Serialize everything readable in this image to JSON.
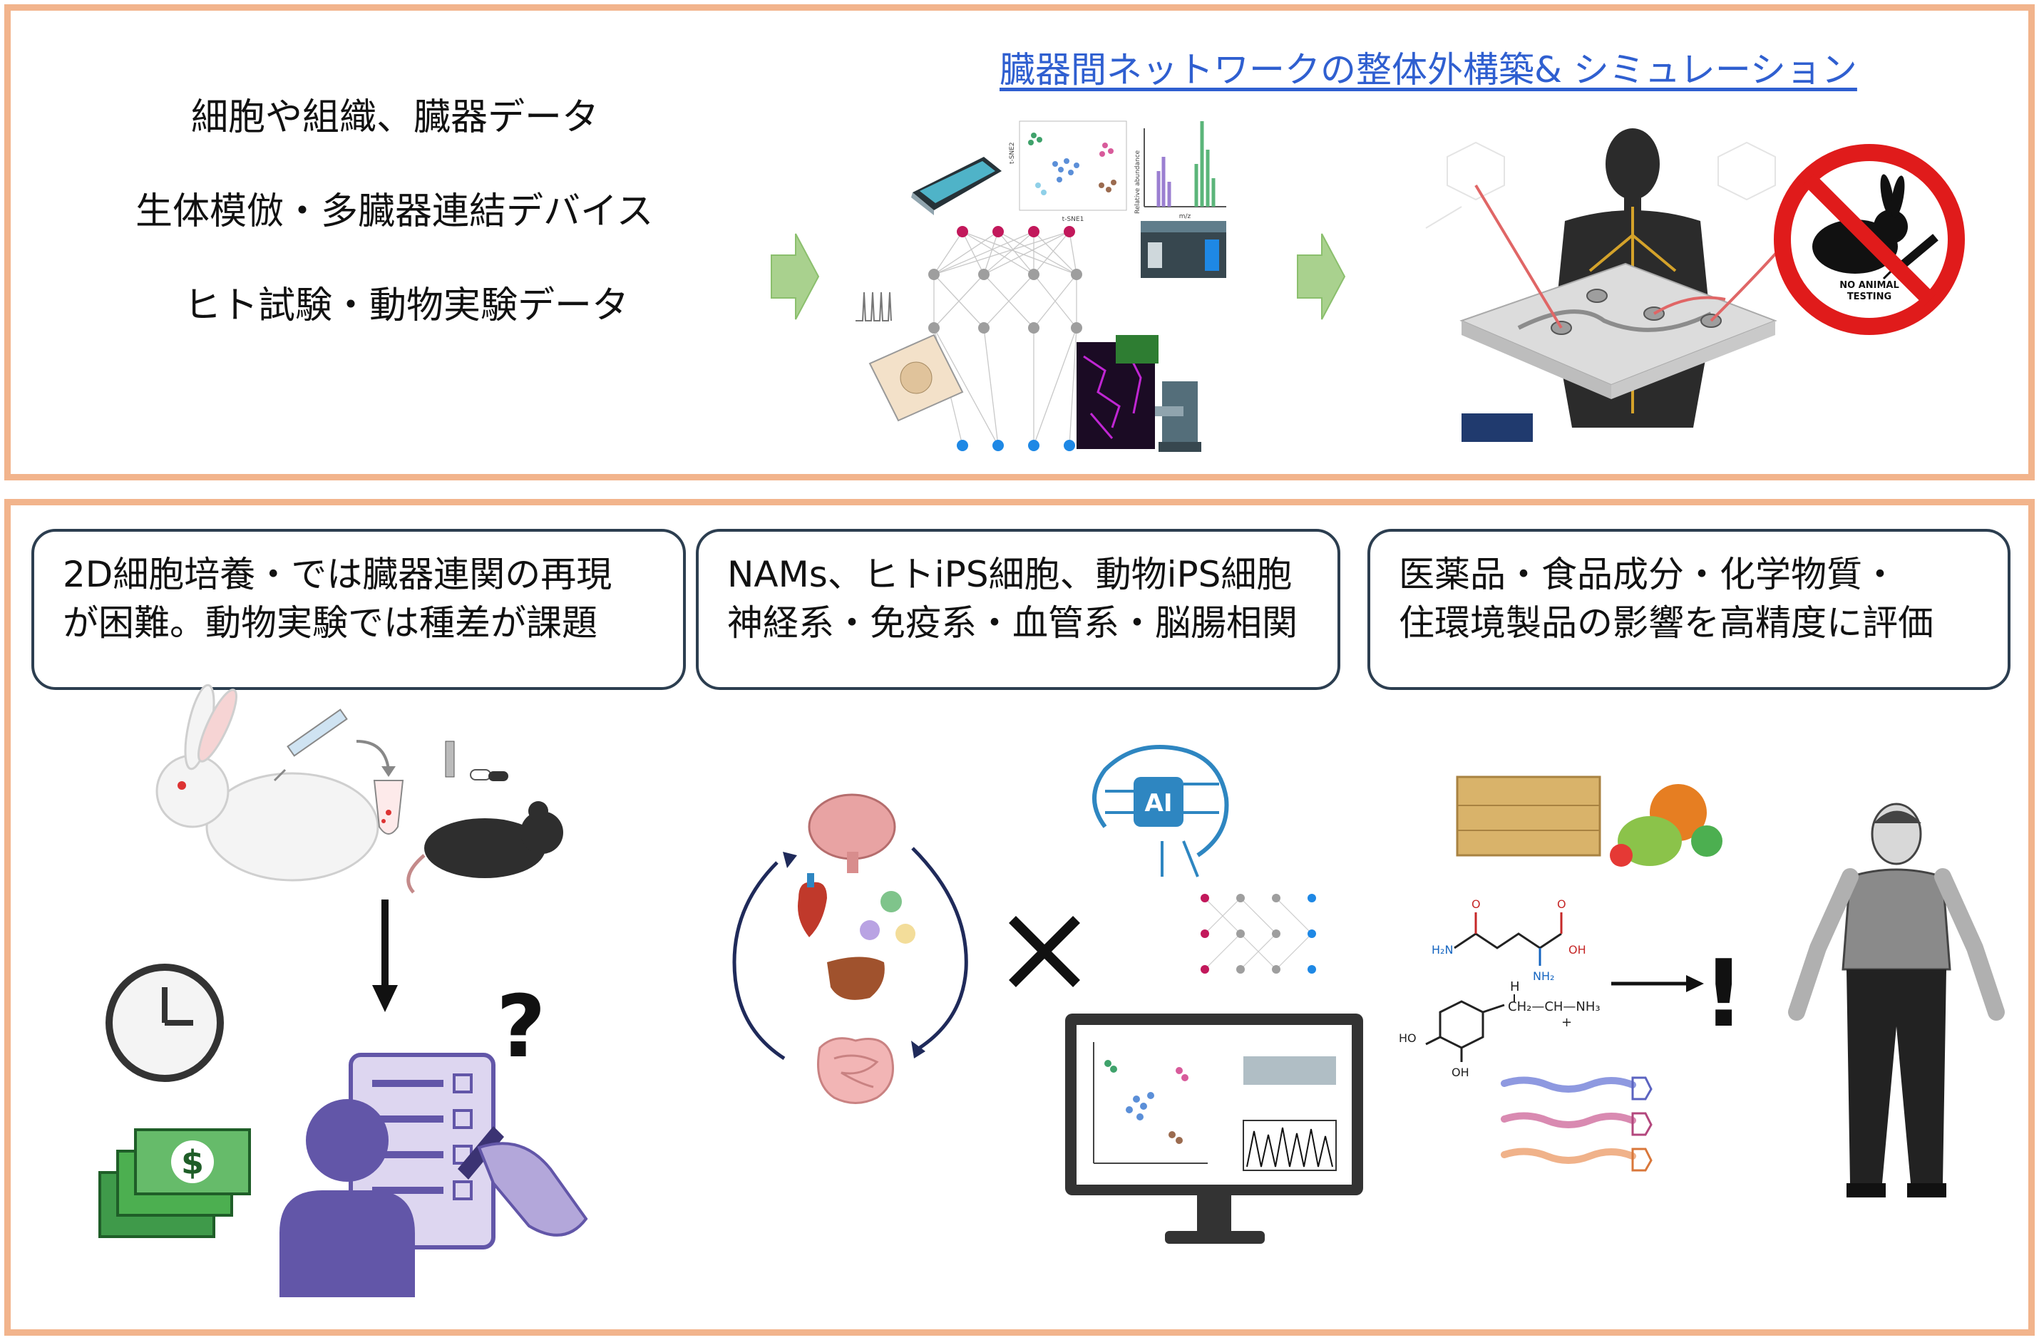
{
  "top": {
    "sources": [
      "細胞や組織、臓器データ",
      "生体模倣・多臓器連結デバイス",
      "ヒト試験・動物実験データ"
    ],
    "network_title": "臓器間ネットワークの整体外構築& シミュレーション",
    "no_animal_badge": [
      "NO ANIMAL",
      "TESTING"
    ],
    "tsne_labels": {
      "x": "t-SNE1",
      "y": "t-SNE2"
    },
    "ms_labels": {
      "x": "m/z",
      "y": "Relative abundance"
    }
  },
  "bottom": {
    "callouts": [
      {
        "line1": "2D細胞培養・では臓器連関の再現",
        "line2": "が困難。動物実験では種差が課題"
      },
      {
        "line1": "NAMs、ヒトiPS細胞、動物iPS細胞",
        "line2": "神経系・免疫系・血管系・脳腸相関"
      },
      {
        "line1": "医薬品・食品成分・化学物質・",
        "line2": "住環境製品の影響を高精度に評価"
      }
    ],
    "question_mark": "?",
    "cross_mark": "×",
    "exclamation": "!",
    "ai_label": "AI",
    "currency_symbol": "$",
    "chem": {
      "h2n": "H₂N",
      "oh": "OH",
      "nh2": "NH₂",
      "o": "O",
      "ho": "HO",
      "oh2": "OH",
      "chain": "CH₂—CH—NH₃",
      "h": "H",
      "plus": "+"
    }
  },
  "colors": {
    "panel_border": "#f2b48c",
    "title_blue": "#2f5fd0",
    "arrow_green": "#a9d18e",
    "callout_border": "#2c3e50",
    "person_purple": "#6256a8",
    "money_green": "#3f9a4a"
  }
}
